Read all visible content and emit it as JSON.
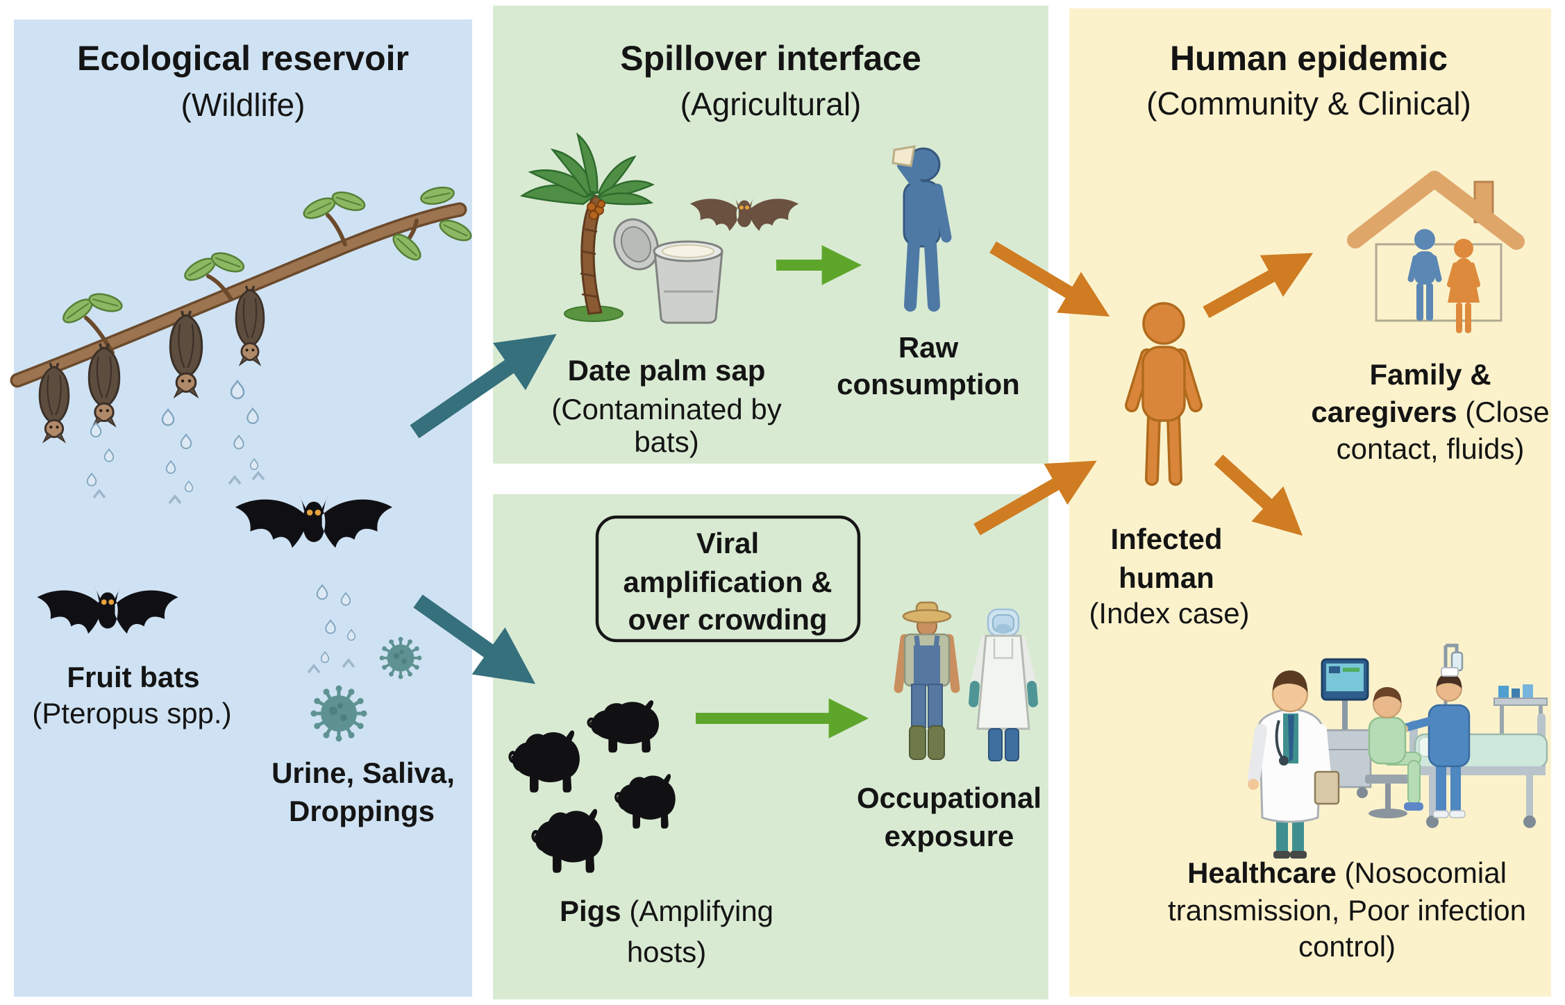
{
  "figure_type": "disease spillover pathway diagram",
  "colors": {
    "panel_blue": "#cfe2f3",
    "panel_green": "#d9ead3",
    "panel_yellow": "#fbf2cc",
    "arrow_teal": "#35707c",
    "arrow_orange": "#cf7c22",
    "arrow_green": "#5ea62b",
    "virus_teal": "#5e9292",
    "text": "#141414"
  },
  "panels": {
    "ecological": {
      "title": "Ecological reservoir",
      "subtitle": "(Wildlife)",
      "fruit_bats_label": "Fruit bats",
      "fruit_bats_species": "(Pteropus spp.)",
      "secretions_line1": "Urine, Saliva,",
      "secretions_line2": "Droppings"
    },
    "spillover": {
      "title": "Spillover interface",
      "subtitle": "(Agricultural)",
      "sap_label": "Date palm sap",
      "sap_note_line1": "(Contaminated by",
      "sap_note_line2": "bats)",
      "raw_line1": "Raw",
      "raw_line2": "consumption",
      "amplification_box_line1": "Viral",
      "amplification_box_line2": "amplification &",
      "amplification_box_line3": "over crowding",
      "pigs_label": "Pigs",
      "pigs_note_line1": " (Amplifying",
      "pigs_note_line2": "hosts)",
      "occupational_line1": "Occupational",
      "occupational_line2": "exposure"
    },
    "epidemic": {
      "title": "Human epidemic",
      "subtitle": "(Community & Clinical)",
      "infected_line1": "Infected",
      "infected_line2": "human",
      "infected_line3": "(Index case)",
      "family_line1": "Family &",
      "family_label2": "caregivers",
      "family_note2": " (Close",
      "family_line3": "contact, fluids)",
      "healthcare_label": "Healthcare",
      "healthcare_note1": " (Nosocomial",
      "healthcare_line2": "transmission, Poor infection",
      "healthcare_line3": "control)"
    }
  },
  "icons": [
    "branch-icon",
    "hanging-bats-icon",
    "flying-bat-icon",
    "droplets-icon",
    "virus-icon",
    "palm-tree-icon",
    "sap-bucket-icon",
    "foraging-bat-icon",
    "drinking-person-icon",
    "pigs-icon",
    "farmer-icon",
    "ppe-worker-icon",
    "amplification-box",
    "infected-human-icon",
    "house-icon",
    "family-man-icon",
    "family-woman-icon",
    "doctor-icon",
    "patient-icon",
    "nurse-icon",
    "hospital-bed-icon",
    "monitor-icon",
    "iv-pole-icon",
    "supply-cart-icon",
    "teal-arrow",
    "green-arrow",
    "orange-arrow"
  ]
}
